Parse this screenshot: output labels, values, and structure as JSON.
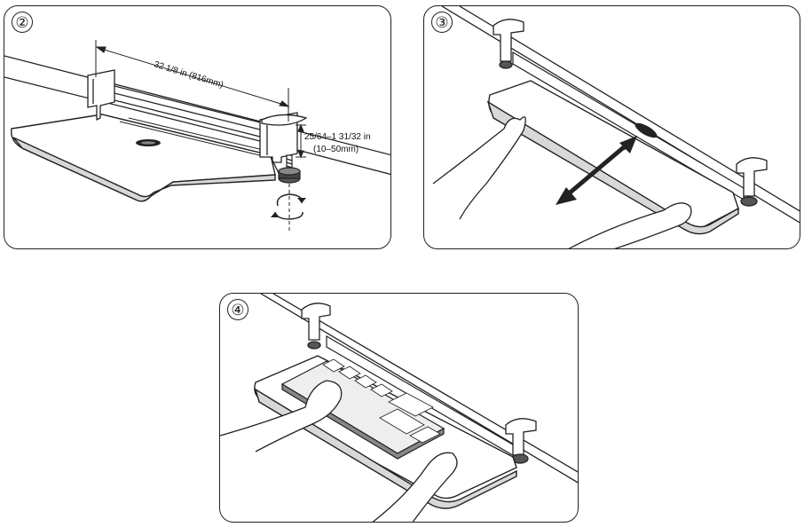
{
  "steps": [
    {
      "number": "②",
      "dimensions": {
        "width": "32 1/8 in  (816mm)",
        "clamp_range": "25/64–1 31/32 in",
        "clamp_range_mm": "(10–50mm)"
      }
    },
    {
      "number": "③"
    },
    {
      "number": "④"
    }
  ]
}
